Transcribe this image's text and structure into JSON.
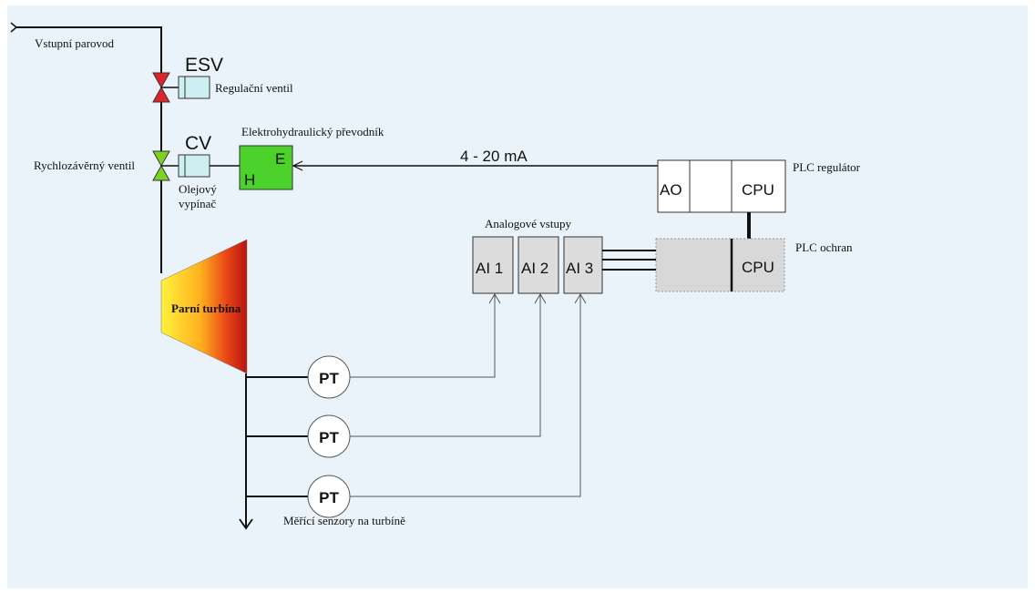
{
  "labels": {
    "inlet": "Vstupní parovod",
    "esv": "ESV",
    "control_valve": "Regulační ventil",
    "cv": "CV",
    "quick_close_valve": "Rychlozávěrný ventil",
    "oil_trip_line1": "Olejový",
    "oil_trip_line2": "vypínač",
    "converter_title": "Elektrohydraulický převodník",
    "converter_e": "E",
    "converter_h": "H",
    "signal": "4 - 20 mA",
    "plc_regulator": "PLC regulátor",
    "ao": "AO",
    "cpu_regulator": "CPU",
    "analog_inputs": "Analogové vstupy",
    "ai1": "AI 1",
    "ai2": "AI 2",
    "ai3": "AI 3",
    "plc_protection": "PLC ochran",
    "cpu_protection": "CPU",
    "turbine": "Parní turbína",
    "pt1": "PT",
    "pt2": "PT",
    "pt3": "PT",
    "sensors": "Měřící senzory na turbíně"
  },
  "colors": {
    "background": "#e9f3f9",
    "valve_esv": "#e0242a",
    "valve_cv": "#7ed321",
    "converter": "#4cd12a",
    "actuator": "#cdeff2",
    "turbine_left": "#fff03a",
    "turbine_right": "#c21a12",
    "plc_protection_fill": "#d8d8d8"
  }
}
